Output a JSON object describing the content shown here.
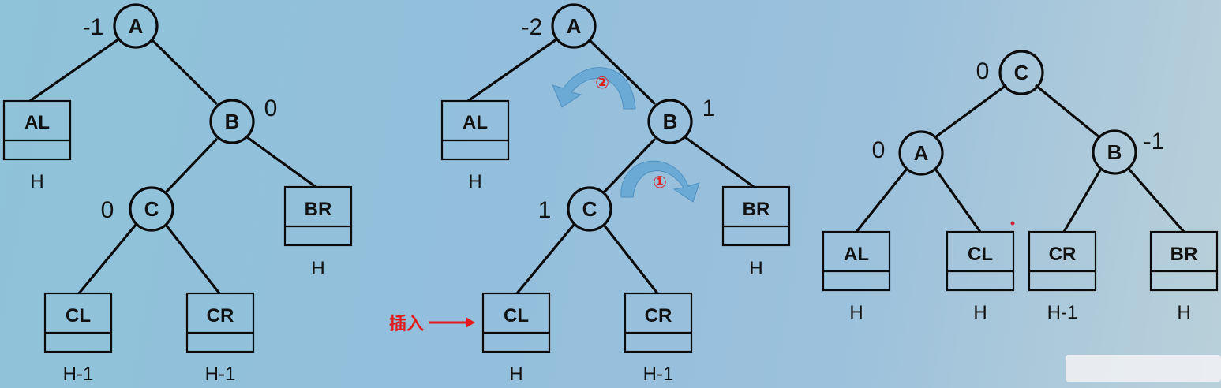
{
  "diagrams": [
    {
      "nodes": [
        {
          "id": "A",
          "label": "A",
          "bf": "-1"
        },
        {
          "id": "B",
          "label": "B",
          "bf": "0"
        },
        {
          "id": "C",
          "label": "C",
          "bf": "0"
        }
      ],
      "subtrees": [
        {
          "label": "AL",
          "height": "H"
        },
        {
          "label": "BR",
          "height": "H"
        },
        {
          "label": "CL",
          "height": "H-1"
        },
        {
          "label": "CR",
          "height": "H-1"
        }
      ]
    },
    {
      "nodes": [
        {
          "id": "A",
          "label": "A",
          "bf": "-2"
        },
        {
          "id": "B",
          "label": "B",
          "bf": "1"
        },
        {
          "id": "C",
          "label": "C",
          "bf": "1"
        }
      ],
      "subtrees": [
        {
          "label": "AL",
          "height": "H"
        },
        {
          "label": "BR",
          "height": "H"
        },
        {
          "label": "CL",
          "height": "H"
        },
        {
          "label": "CR",
          "height": "H-1"
        }
      ],
      "rotation_steps": [
        "②",
        "①"
      ],
      "insert_label": "插入"
    },
    {
      "nodes": [
        {
          "id": "C",
          "label": "C",
          "bf": "0"
        },
        {
          "id": "A",
          "label": "A",
          "bf": "0"
        },
        {
          "id": "B",
          "label": "B",
          "bf": "-1"
        }
      ],
      "subtrees": [
        {
          "label": "AL",
          "height": "H"
        },
        {
          "label": "CL",
          "height": "H"
        },
        {
          "label": "CR",
          "height": "H-1"
        },
        {
          "label": "BR",
          "height": "H"
        }
      ]
    }
  ],
  "colors": {
    "background": "#93bfdc",
    "stroke": "#0a0a0a",
    "accent_red": "#e21b1b",
    "arrow_blue": "#6aa9d6"
  }
}
